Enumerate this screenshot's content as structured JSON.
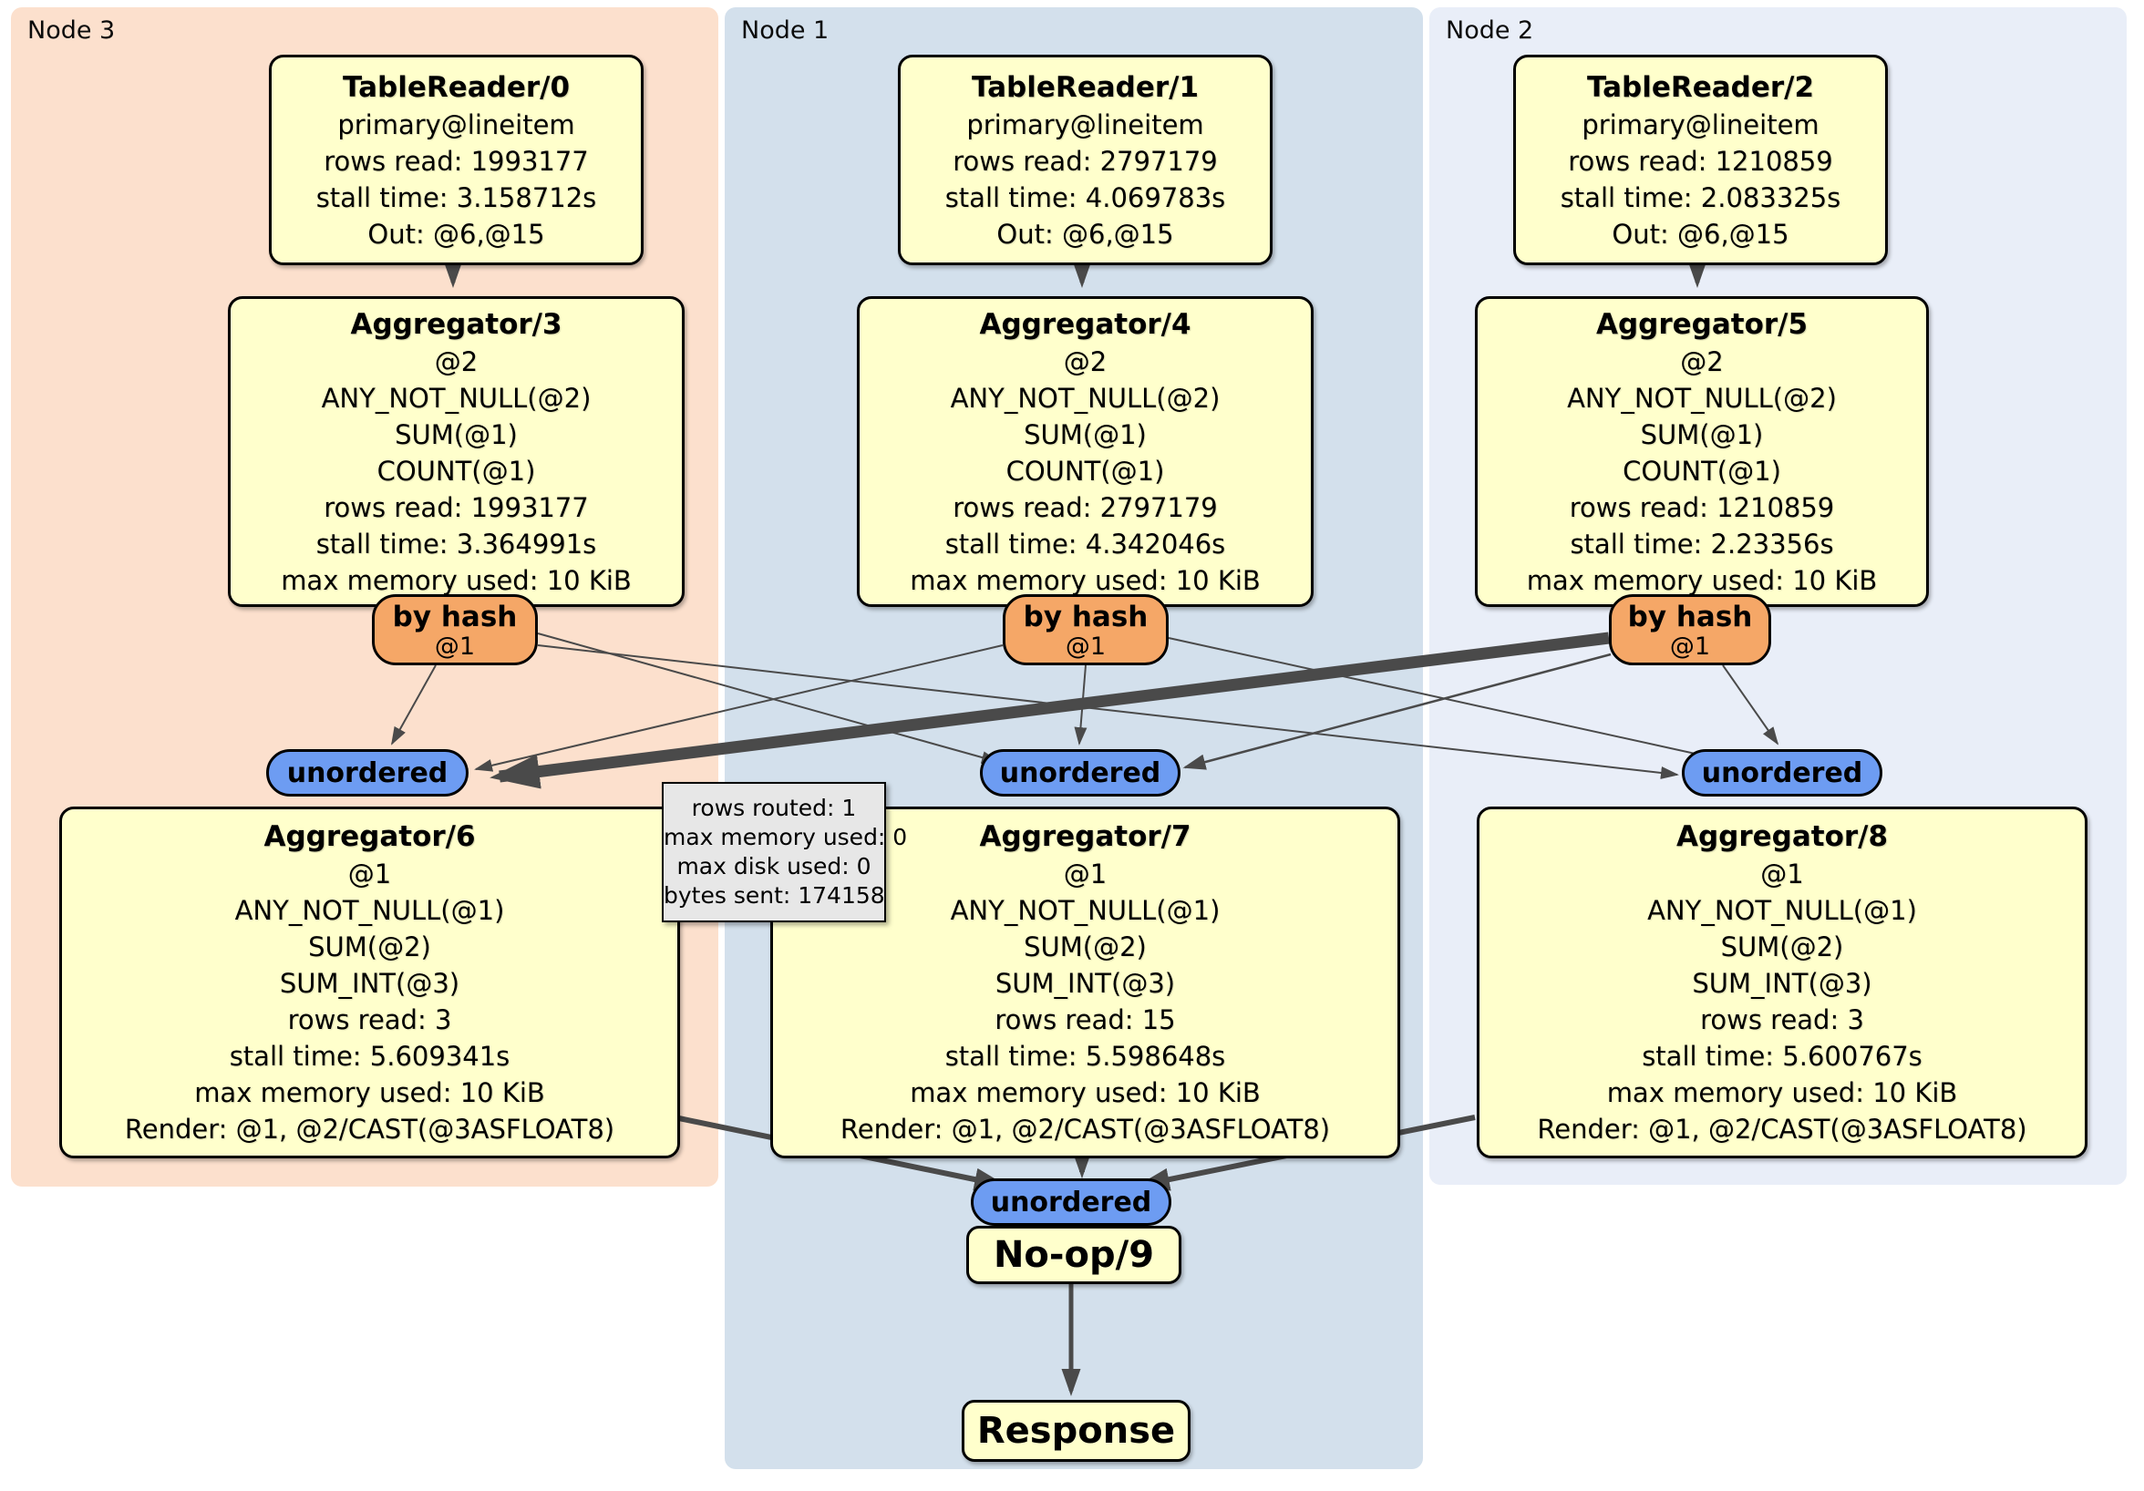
{
  "regions": [
    {
      "label": "Node 3"
    },
    {
      "label": "Node 1"
    },
    {
      "label": "Node 2"
    }
  ],
  "processors": {
    "tr0": {
      "title": "TableReader/0",
      "lines": [
        "primary@lineitem",
        "rows read: 1993177",
        "stall time: 3.158712s",
        "Out: @6,@15"
      ]
    },
    "tr1": {
      "title": "TableReader/1",
      "lines": [
        "primary@lineitem",
        "rows read: 2797179",
        "stall time: 4.069783s",
        "Out: @6,@15"
      ]
    },
    "tr2": {
      "title": "TableReader/2",
      "lines": [
        "primary@lineitem",
        "rows read: 1210859",
        "stall time: 2.083325s",
        "Out: @6,@15"
      ]
    },
    "ag3": {
      "title": "Aggregator/3",
      "lines": [
        "@2",
        "ANY_NOT_NULL(@2)",
        "SUM(@1)",
        "COUNT(@1)",
        "rows read: 1993177",
        "stall time: 3.364991s",
        "max memory used: 10 KiB"
      ]
    },
    "ag4": {
      "title": "Aggregator/4",
      "lines": [
        "@2",
        "ANY_NOT_NULL(@2)",
        "SUM(@1)",
        "COUNT(@1)",
        "rows read: 2797179",
        "stall time: 4.342046s",
        "max memory used: 10 KiB"
      ]
    },
    "ag5": {
      "title": "Aggregator/5",
      "lines": [
        "@2",
        "ANY_NOT_NULL(@2)",
        "SUM(@1)",
        "COUNT(@1)",
        "rows read: 1210859",
        "stall time: 2.23356s",
        "max memory used: 10 KiB"
      ]
    },
    "ag6": {
      "title": "Aggregator/6",
      "lines": [
        "@1",
        "ANY_NOT_NULL(@1)",
        "SUM(@2)",
        "SUM_INT(@3)",
        "rows read: 3",
        "stall time: 5.609341s",
        "max memory used: 10 KiB",
        "Render: @1, @2/CAST(@3ASFLOAT8)"
      ]
    },
    "ag7": {
      "title": "Aggregator/7",
      "lines": [
        "@1",
        "ANY_NOT_NULL(@1)",
        "SUM(@2)",
        "SUM_INT(@3)",
        "rows read: 15",
        "stall time: 5.598648s",
        "max memory used: 10 KiB",
        "Render: @1, @2/CAST(@3ASFLOAT8)"
      ]
    },
    "ag8": {
      "title": "Aggregator/8",
      "lines": [
        "@1",
        "ANY_NOT_NULL(@1)",
        "SUM(@2)",
        "SUM_INT(@3)",
        "rows read: 3",
        "stall time: 5.600767s",
        "max memory used: 10 KiB",
        "Render: @1, @2/CAST(@3ASFLOAT8)"
      ]
    },
    "noop": {
      "title": "No-op/9"
    },
    "response": {
      "title": "Response"
    }
  },
  "router": {
    "label": "by hash",
    "detail": "@1"
  },
  "sync_label": "unordered",
  "tooltip": {
    "lines": [
      "rows routed: 1",
      "max memory used: 0",
      "max disk used: 0",
      "bytes sent: 174158"
    ]
  },
  "palette": {
    "node3_bg": "#fce0cd",
    "node1_bg": "#d3e0ec",
    "node2_bg": "#e9eef8",
    "processor_bg": "#ffffcc",
    "router_bg": "#f5a767",
    "sync_bg": "#6d9cf2",
    "edge": "#4a4a4a",
    "tooltip_bg": "#e7e7e7"
  }
}
